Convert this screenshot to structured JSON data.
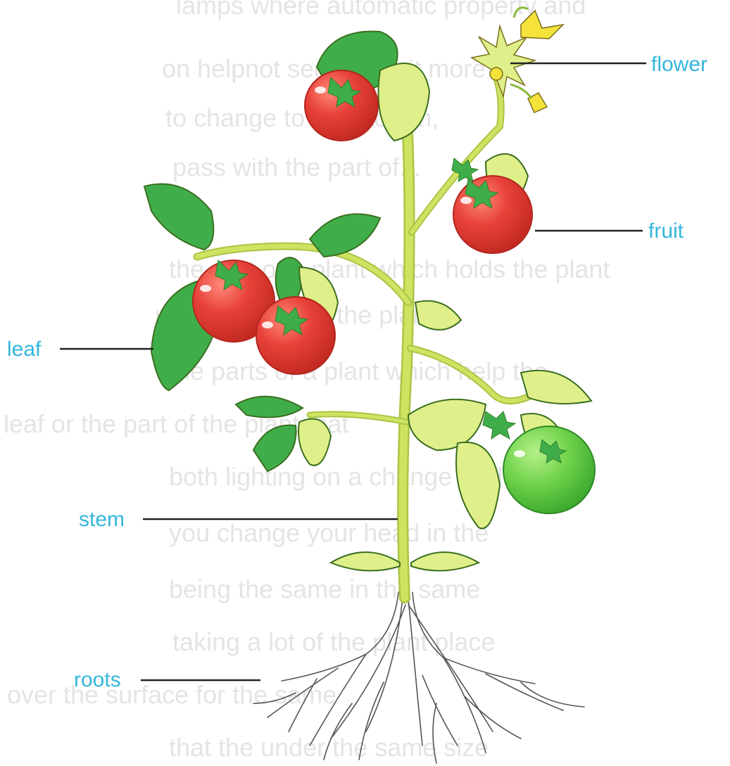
{
  "labels": {
    "flower": "flower",
    "fruit": "fruit",
    "leaf": "leaf",
    "stem": "stem",
    "roots": "roots"
  },
  "colors": {
    "label_text": "#35b6dc",
    "leader_line": "#222222",
    "stem": "#c9df5a",
    "leaf_light": "#dff08a",
    "leaf_dark": "#3fae4a",
    "tomato_red": "#e8423a",
    "tomato_green": "#6fd24a",
    "flower_yellow": "#f5e23a",
    "root_outline": "#555555",
    "ghost_text": "#bfbfbf"
  },
  "background_text_lines": [
    "lamps where automatic property and",
    "on helpnot see it, join it more",
    "to change to take to run,",
    "pass with the part of...",
    "the part of a plant which holds the plant",
    "upwards part of the plant",
    "the parts of a plant which help the",
    "leaf or the part of the plant that",
    "both lighting on a change while",
    "you change your head in the",
    "being the same in the same",
    "taking a lot of the plant place",
    "over the surface for the same",
    "that the under the same size"
  ]
}
